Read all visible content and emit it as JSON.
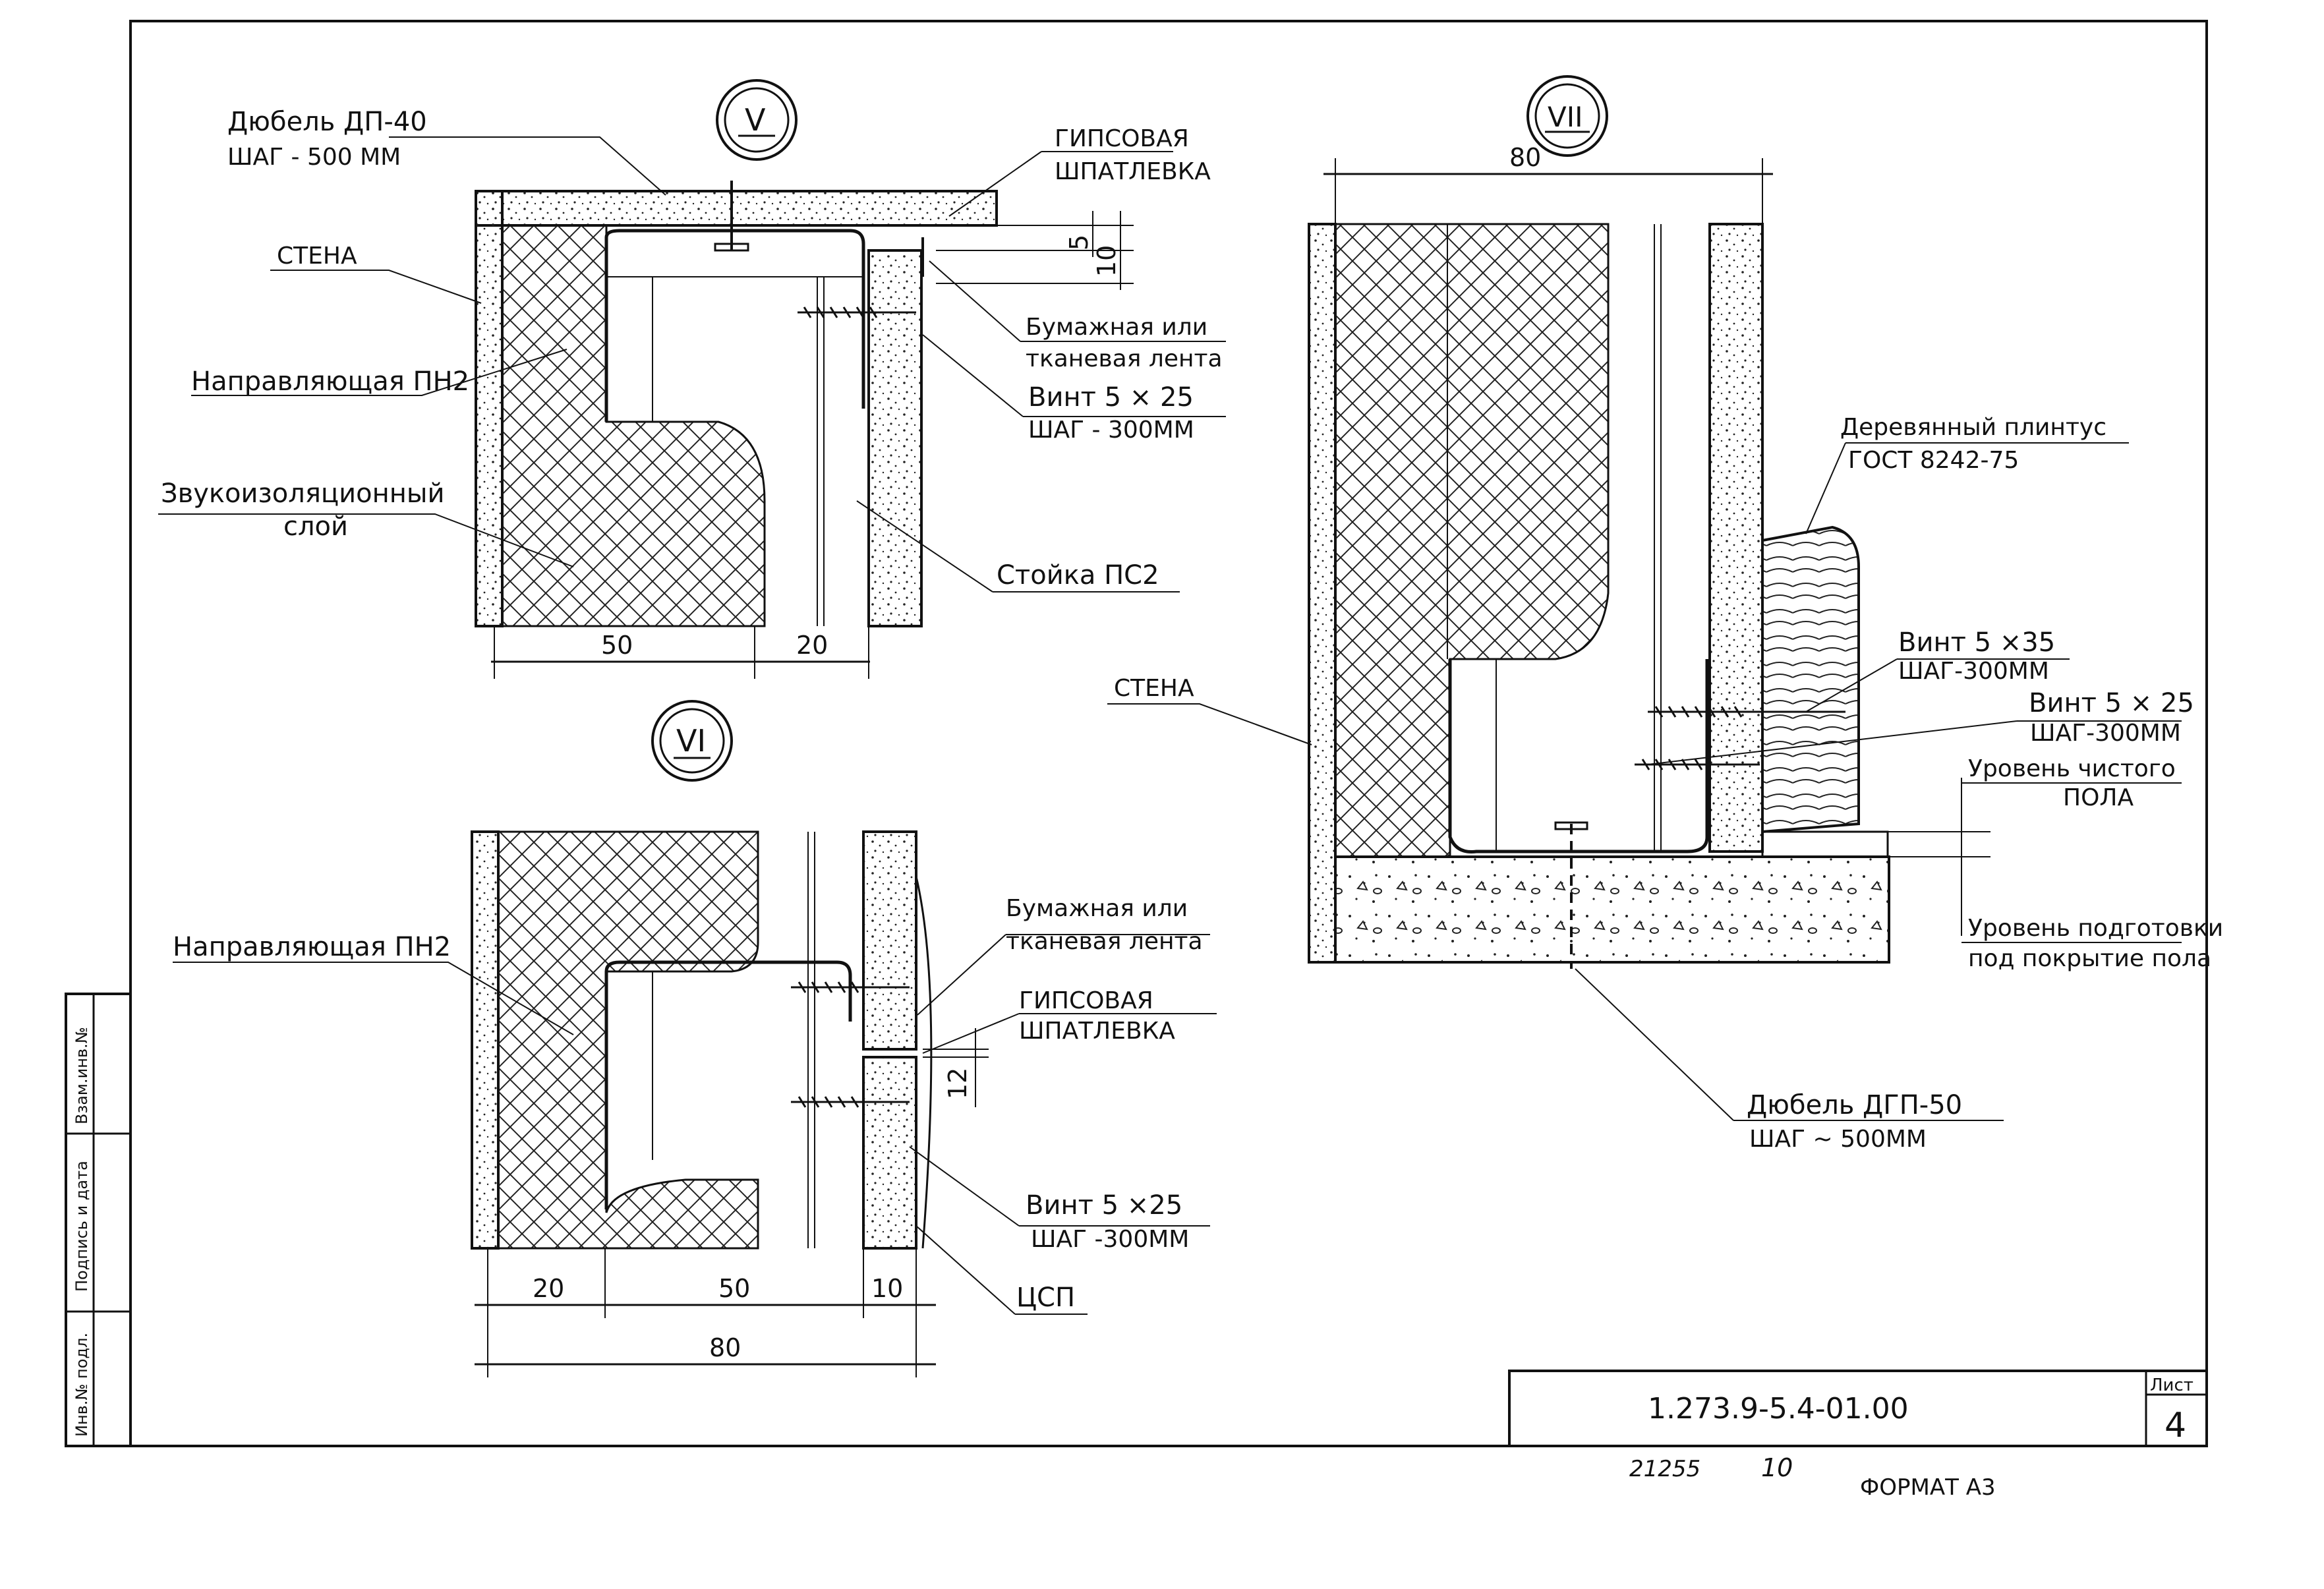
{
  "drawing": {
    "sections": [
      "V",
      "VI",
      "VII"
    ],
    "detail_v": {
      "labels": {
        "dowel": "Дюбель ДП-40",
        "dowel_step": "ШАГ - 500 ММ",
        "plaster": "ГИПСОВАЯ",
        "plaster2": "ШПАТЛЕВКА",
        "wall": "СТЕНА",
        "guide": "Направляющая ПН2",
        "tape": "Бумажная или",
        "tape2": "тканевая лента",
        "screw": "Винт 5 × 25",
        "screw_step": "ШАГ - 300ММ",
        "insul": "Звукоизоляционный",
        "insul2": "слой",
        "stud": "Стойка ПС2"
      },
      "dims": [
        "50",
        "20",
        "5",
        "10"
      ]
    },
    "detail_vi": {
      "labels": {
        "guide": "Направляющая ПН2",
        "tape": "Бумажная или",
        "tape2": "тканевая лента",
        "plaster": "ГИПСОВАЯ",
        "plaster2": "ШПАТЛЕВКА",
        "screw": "Винт 5 ×25",
        "screw_step": "ШАГ -300ММ",
        "csp": "ЦСП"
      },
      "dims": [
        "20",
        "50",
        "10",
        "80",
        "12"
      ]
    },
    "detail_vii": {
      "labels": {
        "skirting": "Деревянный плинтус",
        "skirting2": "ГОСТ 8242-75",
        "screw35": "Винт 5 ×35",
        "screw35_step": "ШАГ-300ММ",
        "screw25": "Винт 5 × 25",
        "screw25_step": "ШАГ-300ММ",
        "wall": "СТЕНА",
        "clean_floor": "Уровень чистого",
        "clean_floor2": "ПОЛА",
        "prep_floor": "Уровень подготовки",
        "prep_floor2": "под покрытие пола",
        "dowel": "Дюбель ДГП-50",
        "dowel_step": "ШАГ ~ 500ММ"
      },
      "dims": [
        "80"
      ]
    },
    "side_stamp": [
      "Инв.№ подл.",
      "Подпись и дата",
      "Взам.инв.№"
    ],
    "title_block": {
      "code": "1.273.9-5.4-01.00",
      "sheet_label": "Лист",
      "sheet_no": "4"
    },
    "footer": {
      "number": "21255",
      "copy": "10",
      "format": "ФОРМАТ А3"
    }
  }
}
